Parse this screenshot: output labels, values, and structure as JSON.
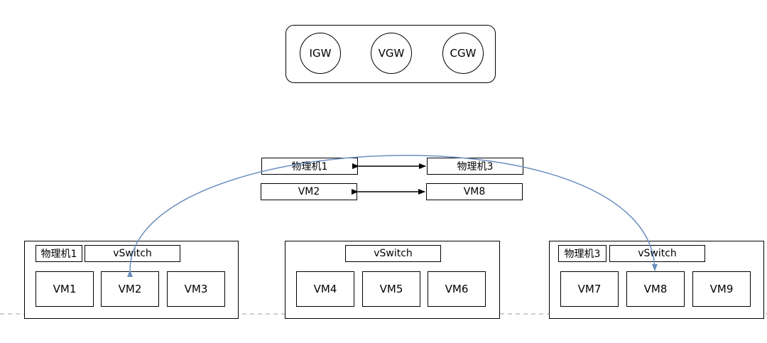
{
  "gateways": [
    "IGW",
    "VGW",
    "CGW"
  ],
  "mapping": {
    "row1": {
      "left": "物理机1",
      "right": "物理机3"
    },
    "row2": {
      "left": "VM2",
      "right": "VM8"
    }
  },
  "hosts": [
    {
      "host_label": "物理机1",
      "switch_label": "vSwitch",
      "vms": [
        "VM1",
        "VM2",
        "VM3"
      ]
    },
    {
      "host_label": "",
      "switch_label": "vSwitch",
      "vms": [
        "VM4",
        "VM5",
        "VM6"
      ]
    },
    {
      "host_label": "物理机3",
      "switch_label": "vSwitch",
      "vms": [
        "VM7",
        "VM8",
        "VM9"
      ]
    }
  ],
  "colors": {
    "route_arc": "#6c8ebf",
    "divider": "#b3b3b3",
    "border": "#000000"
  }
}
